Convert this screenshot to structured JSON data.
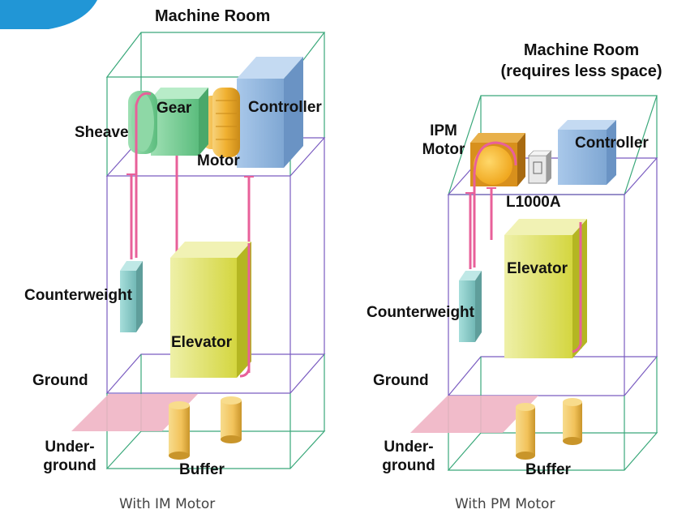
{
  "colors": {
    "accent": "#2196d6",
    "shaft_outline": "#7a5cc0",
    "machine_room_outline": "#3aa87a",
    "rope": "#e8609a",
    "elevator": "#d6d84a",
    "counterweight": "#8fcfcc",
    "controller": "#8fb4dc",
    "gear": "#7fd49a",
    "motor": "#f0b030",
    "floor_panel": "#f0b4c4",
    "buffer": "#f2c25a"
  },
  "left_diagram": {
    "title": "Machine Room",
    "labels": {
      "gear": "Gear",
      "controller": "Controller",
      "sheave": "Sheave",
      "motor": "Motor",
      "counterweight": "Counterweight",
      "elevator": "Elevator",
      "ground": "Ground",
      "underground_line1": "Under-",
      "underground_line2": "ground",
      "buffer": "Buffer"
    },
    "caption": "With IM Motor"
  },
  "right_diagram": {
    "title_line1": "Machine Room",
    "title_line2": "(requires less space)",
    "labels": {
      "ipm_line1": "IPM",
      "ipm_line2": "Motor",
      "controller": "Controller",
      "drive": "L1000A",
      "elevator": "Elevator",
      "counterweight": "Counterweight",
      "ground": "Ground",
      "underground_line1": "Under-",
      "underground_line2": "ground",
      "buffer": "Buffer"
    },
    "caption": "With PM Motor"
  }
}
